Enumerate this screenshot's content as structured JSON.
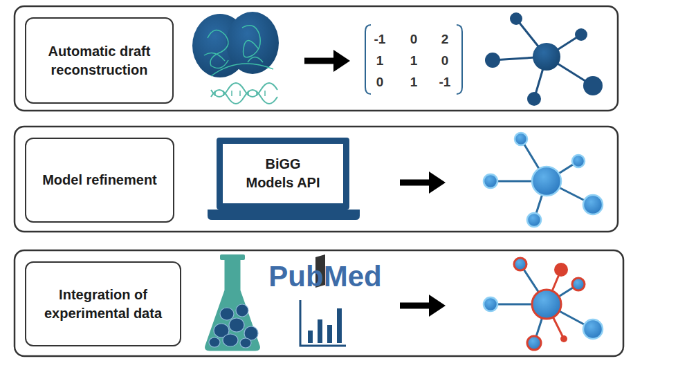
{
  "diagram": {
    "nodes": [
      {
        "text": [
          "Automatic draft reconstruction"
        ]
      },
      {
        "text": [
          "Model refinement"
        ]
      },
      {
        "text": [
          "BiGG Models API"
        ]
      },
      {
        "text": [
          "Integration of experimental data"
        ]
      }
    ],
    "labels": [
      "-1",
      "0",
      "2",
      "1",
      "1",
      "0",
      "0",
      "1",
      "-1",
      "PubMed"
    ]
  }
}
